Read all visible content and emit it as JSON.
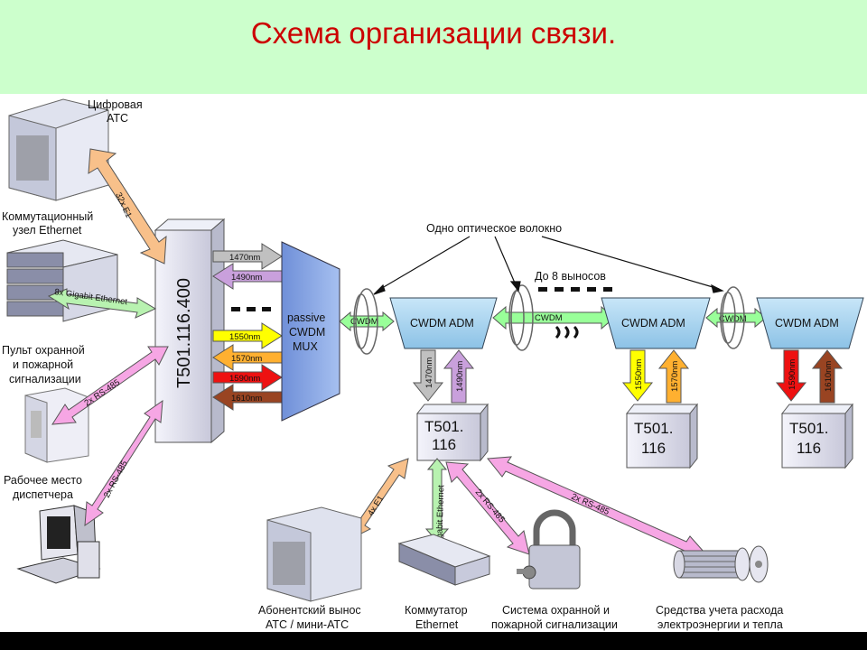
{
  "title": "Схема организации связи.",
  "devices": {
    "digital_pbx": [
      "Цифровая",
      "АТС"
    ],
    "ethernet_node": [
      "Коммутационный",
      "узел Ethernet"
    ],
    "alarm_console": [
      "Пульт охранной",
      "и пожарной",
      "сигнализации"
    ],
    "dispatcher": [
      "Рабочее место",
      "диспетчера"
    ],
    "subscriber_pbx": [
      "Абонентский вынос",
      "АТС / мини-АТС"
    ],
    "ethernet_switch": [
      "Коммутатор",
      "Ethernet"
    ],
    "security_system": [
      "Система охранной и",
      "пожарной сигнализации"
    ],
    "metering": [
      "Средства учета расхода",
      "электроэнергии и тепла"
    ]
  },
  "main_unit": "T501.116.400",
  "mux": [
    "passive",
    "CWDM",
    "MUX"
  ],
  "adm_label": "CWDM ADM",
  "cwdm_label": "CWDM",
  "remote_unit": [
    "T501.",
    "116"
  ],
  "wavelengths": {
    "w1470": "1470nm",
    "w1490": "1490nm",
    "w1550": "1550nm",
    "w1570": "1570nm",
    "w1590": "1590nm",
    "w1610": "1610nm"
  },
  "links": {
    "e1_32": "32x E1",
    "gbe_8": "8x Gigabit Ethernet",
    "rs485_2": "2x RS-485",
    "e1_4": "4x E1",
    "gbe": "Gigabit Ethernet"
  },
  "annotations": {
    "single_fiber": "Одно оптическое волокно",
    "up_to_8": "До 8 выносов"
  },
  "colors": {
    "title": "#cc0000",
    "title_bg": "#ccffcc",
    "adm": "#aed8f2",
    "box": "#d8d8e8",
    "fiber": "#99ff99",
    "w1470": "#c0c0c0",
    "w1490": "#c9a0dc",
    "w1550": "#ffff00",
    "w1570": "#ffb030",
    "w1590": "#ee1111",
    "w1610": "#994422"
  }
}
